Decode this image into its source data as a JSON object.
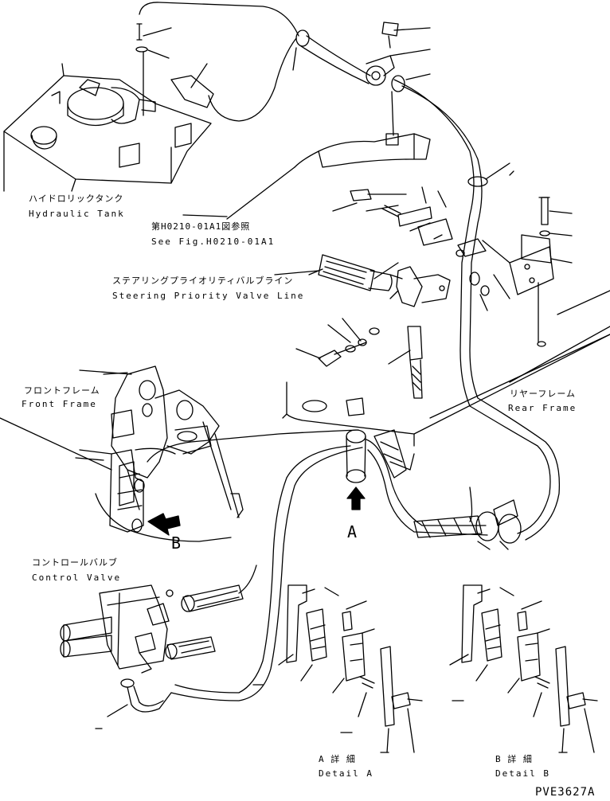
{
  "labels": {
    "hydraulic_tank_jp": "ハイドロリックタンク",
    "hydraulic_tank_en": "Hydraulic Tank",
    "see_fig_jp": "第H0210-01A1図参照",
    "see_fig_en": "See Fig.H0210-01A1",
    "steering_line_jp": "ステアリングプライオリティバルブライン",
    "steering_line_en": "Steering Priority Valve Line",
    "front_frame_jp": "フロントフレーム",
    "front_frame_en": "Front Frame",
    "rear_frame_jp": "リヤーフレーム",
    "rear_frame_en": "Rear Frame",
    "control_valve_jp": "コントロールバルブ",
    "control_valve_en": "Control Valve",
    "view_a": "A",
    "view_b": "B",
    "detail_a_jp": "A 詳 細",
    "detail_a_en": "Detail A",
    "detail_b_jp": "B 詳 細",
    "detail_b_en": "Detail B",
    "drawing_id": "PVE3627A"
  }
}
